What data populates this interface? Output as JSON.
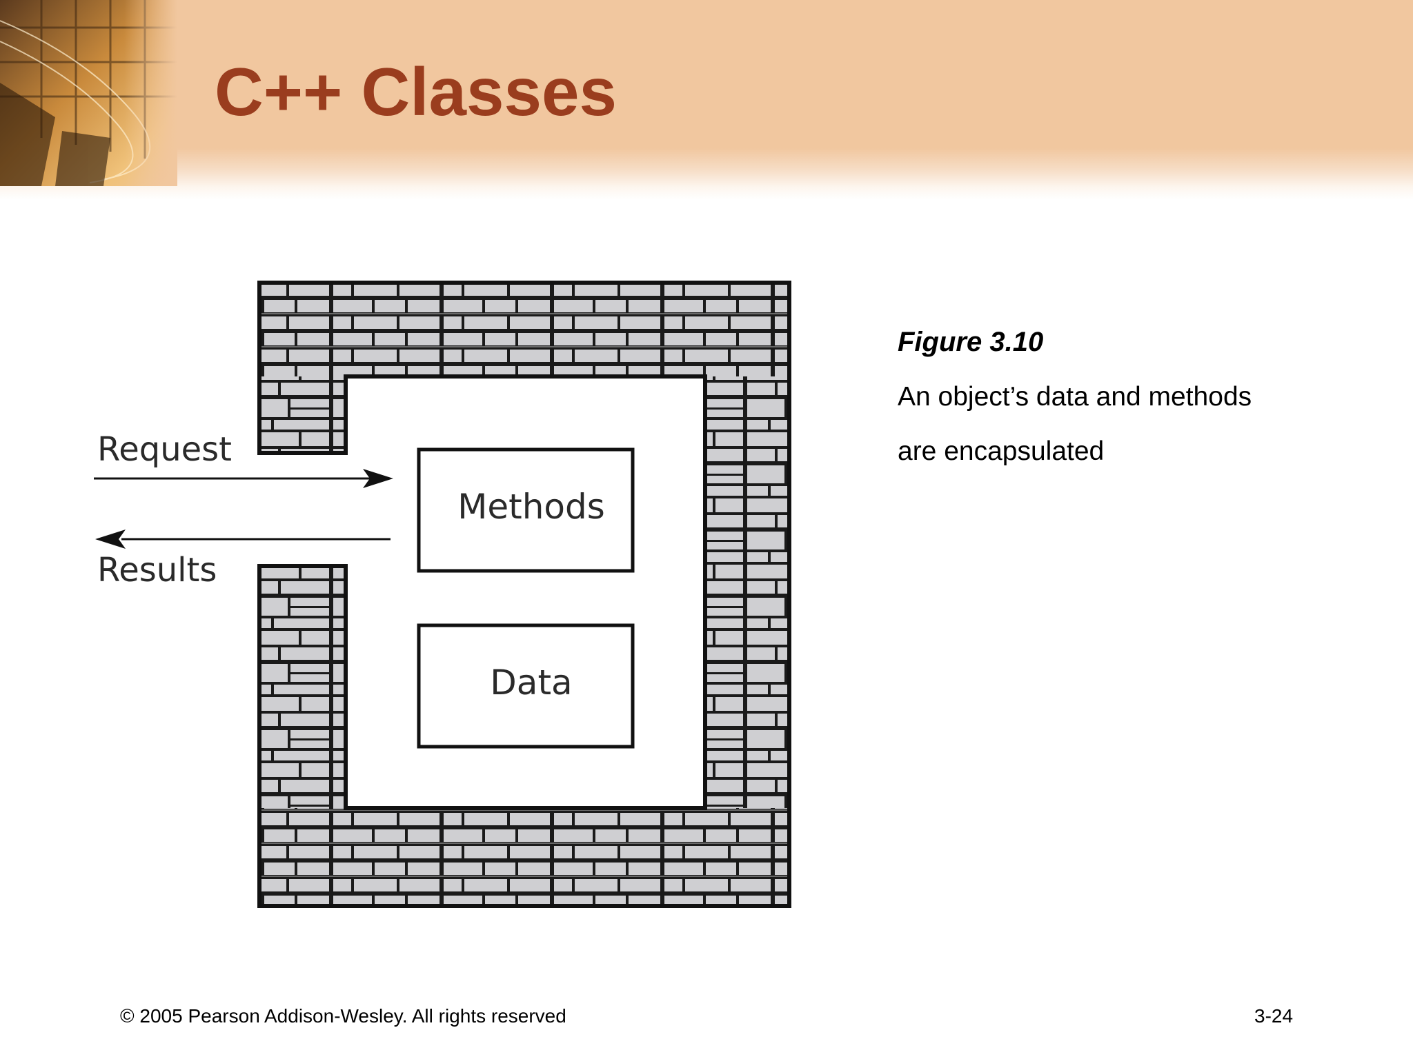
{
  "slide": {
    "title": "C++ Classes"
  },
  "diagram": {
    "request_label": "Request",
    "results_label": "Results",
    "methods_label": "Methods",
    "data_label": "Data"
  },
  "caption": {
    "figure": "Figure 3.10",
    "line1": "An object’s data and methods",
    "line2": "are encapsulated"
  },
  "footer": {
    "copyright": "© 2005 Pearson Addison-Wesley. All rights reserved",
    "page": "3-24"
  },
  "colors": {
    "title": "#9a3d1e",
    "header_band": "#f1c79f",
    "brick": "#cfcfd2"
  }
}
